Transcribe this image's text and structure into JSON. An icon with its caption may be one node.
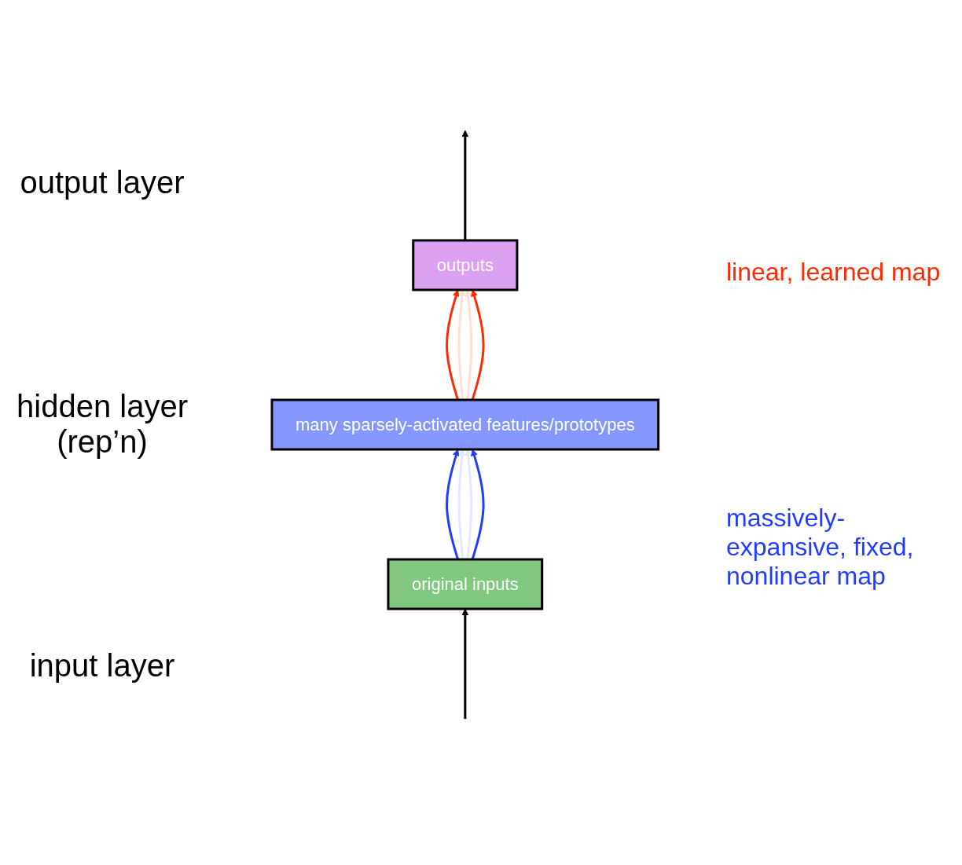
{
  "diagram": {
    "nodes": [
      {
        "text": [
          "outputs"
        ]
      },
      {
        "text": [
          "many sparsely-activated features/prototypes"
        ]
      },
      {
        "text": [
          "original inputs"
        ]
      }
    ],
    "edges": [
      {
        "from": null,
        "to": 2,
        "arrow": "to"
      },
      {
        "from": 2,
        "to": 1,
        "arrow": "to",
        "color": "#1f3dff"
      },
      {
        "from": 2,
        "to": 1,
        "arrow": "to",
        "color": "#e3e8ff"
      },
      {
        "from": 2,
        "to": 1,
        "arrow": "to",
        "color": "#e3e8ff"
      },
      {
        "from": 2,
        "to": 1,
        "arrow": "to",
        "color": "#1f3dff"
      },
      {
        "from": 1,
        "to": 0,
        "arrow": "to",
        "color": "#ff2a00"
      },
      {
        "from": 1,
        "to": 0,
        "arrow": "to",
        "color": "#ffe0d6"
      },
      {
        "from": 1,
        "to": 0,
        "arrow": "to",
        "color": "#ffe0d6"
      },
      {
        "from": 1,
        "to": 0,
        "arrow": "to",
        "color": "#ff2a00"
      },
      {
        "from": 0,
        "to": null,
        "arrow": "to"
      }
    ],
    "labels": [
      "output layer",
      "linear, learned map",
      "hidden layer (rep’n)",
      "massively-expansive, fixed, nonlinear map",
      "input layer"
    ]
  }
}
